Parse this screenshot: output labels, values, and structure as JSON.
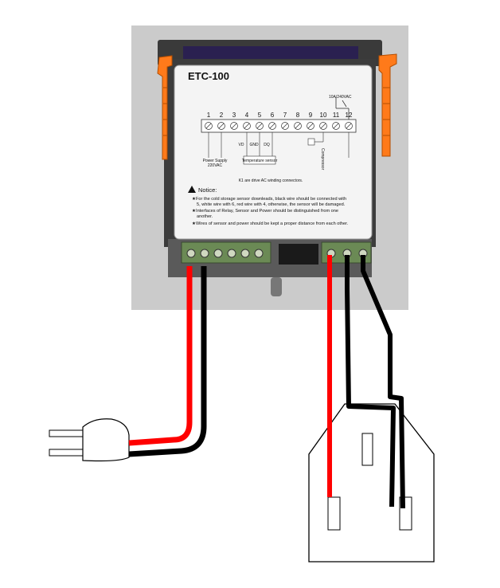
{
  "controller": {
    "model": "ETC-100",
    "relay_rating": "10A/240VAC",
    "terminal_numbers": [
      "1",
      "2",
      "3",
      "4",
      "5",
      "6",
      "7",
      "8",
      "9",
      "10",
      "11",
      "12"
    ],
    "power_supply_label": "Power Supply",
    "power_voltage_label": "220VAC",
    "vd_label": "VD",
    "gnd_label": "GND",
    "dq_label": "DQ",
    "temperature_sensor_label": "Temperature sensor",
    "compressor_label": "Compressor",
    "k1_note": "K1 are drive AC winding connectors.",
    "notice": {
      "title": "Notice:",
      "lines": [
        "★For the cold storage sensor downleads, black wire should be connected with",
        "5, white wire with 6, red wire with 4, otherwise, the sensor will be damaged.",
        "★Interfaces of Relay, Sensor and Power should be distinguished from one",
        "another.",
        "★Wires of sensor and power should be kept a proper distance from each other."
      ]
    }
  },
  "colors": {
    "wire_red": "#ff0000",
    "wire_black": "#000000",
    "bezel_orange": "#ff7a1a",
    "housing_gray": "#c8c8c8",
    "background_square": "#cbcbcb"
  }
}
